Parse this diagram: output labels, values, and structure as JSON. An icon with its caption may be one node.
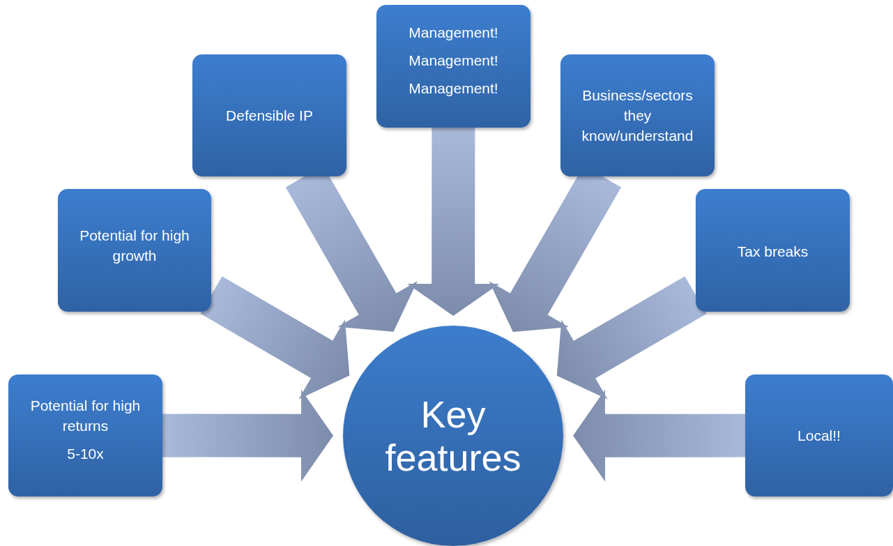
{
  "diagram": {
    "nodes": [
      {
        "text": [
          "Key features"
        ]
      },
      {
        "text": [
          "Potential for high returns",
          "5-10x"
        ]
      },
      {
        "text": [
          "Potential for high growth"
        ]
      },
      {
        "text": [
          "Defensible IP"
        ]
      },
      {
        "text": [
          "Management!",
          "Management!",
          "Management!"
        ]
      },
      {
        "text": [
          "Business/sectors they know/understand"
        ]
      },
      {
        "text": [
          "Tax breaks"
        ]
      },
      {
        "text": [
          "Local!!"
        ]
      }
    ],
    "edges": [
      {
        "from": 1,
        "to": 0,
        "arrow": "to"
      },
      {
        "from": 2,
        "to": 0,
        "arrow": "to"
      },
      {
        "from": 3,
        "to": 0,
        "arrow": "to"
      },
      {
        "from": 4,
        "to": 0,
        "arrow": "to"
      },
      {
        "from": 5,
        "to": 0,
        "arrow": "to"
      },
      {
        "from": 6,
        "to": 0,
        "arrow": "to"
      },
      {
        "from": 7,
        "to": 0,
        "arrow": "to"
      }
    ]
  }
}
